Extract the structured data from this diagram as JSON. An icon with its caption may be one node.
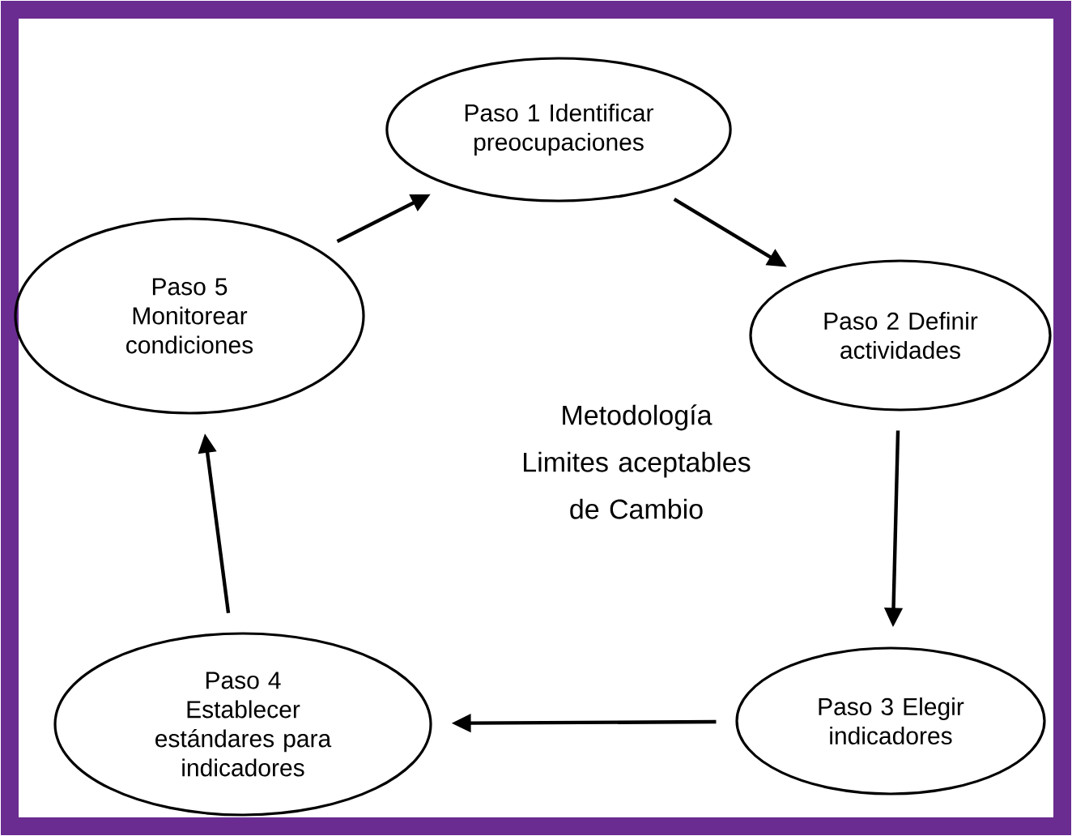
{
  "diagram": {
    "nodes": [
      {
        "text": [
          "Paso 1 Identificar preocupaciones"
        ]
      },
      {
        "text": [
          "Paso 2 Definir actividades"
        ]
      },
      {
        "text": [
          "Paso 3 Elegir indicadores"
        ]
      },
      {
        "text": [
          "Paso 4 Establecer estándares para indicadores"
        ]
      },
      {
        "text": [
          "Paso 5 Monitorear condiciones"
        ]
      }
    ],
    "edges": [
      {
        "from": 0,
        "to": 1,
        "arrow": "to"
      },
      {
        "from": 1,
        "to": 2,
        "arrow": "to"
      },
      {
        "from": 2,
        "to": 3,
        "arrow": "to"
      },
      {
        "from": 3,
        "to": 4,
        "arrow": "to"
      },
      {
        "from": 4,
        "to": 0,
        "arrow": "to"
      }
    ],
    "labels": [
      "Metodología Limites aceptables de Cambio"
    ]
  }
}
